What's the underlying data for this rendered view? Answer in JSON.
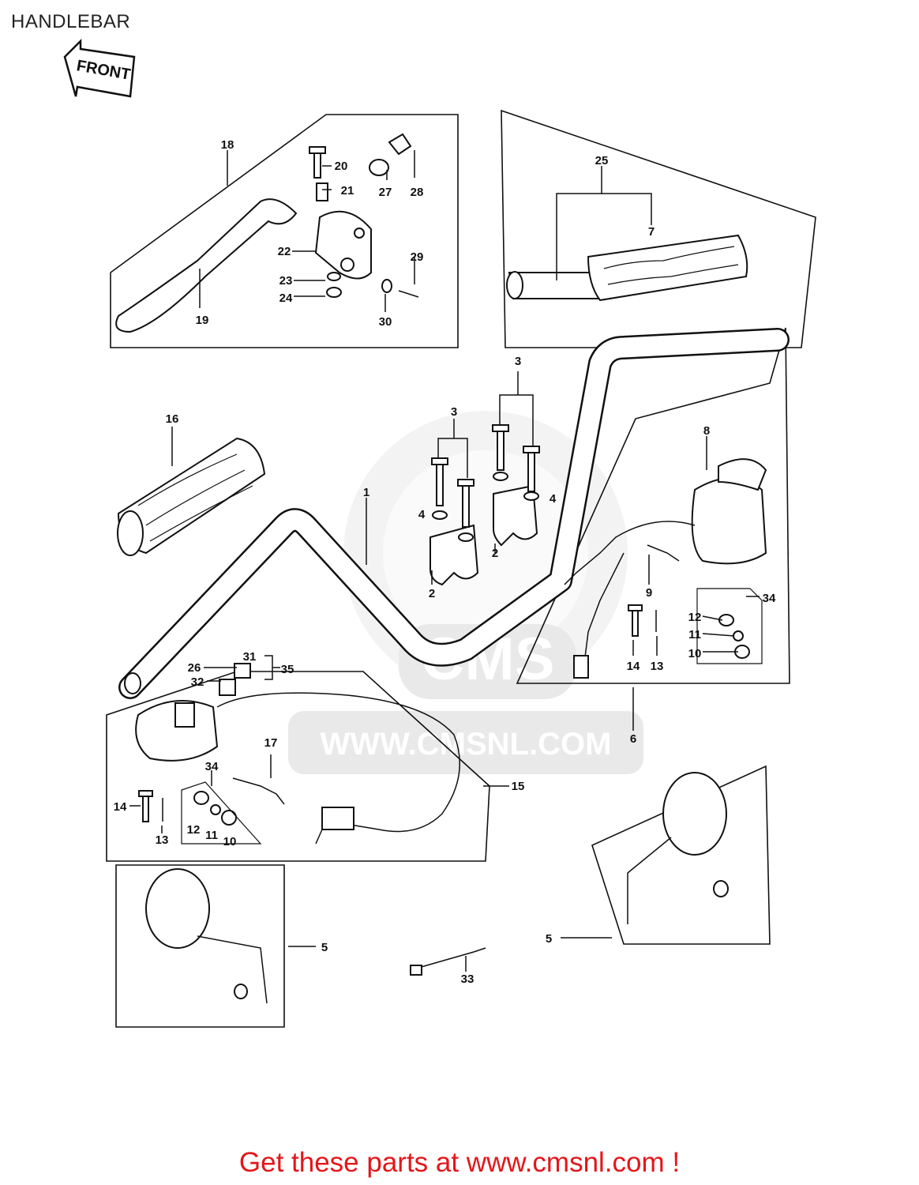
{
  "page_title": "HANDLEBAR",
  "front_arrow_label": "FRONT",
  "watermark": {
    "brand": "CMS",
    "url": "WWW.CMSNL.COM"
  },
  "footer": {
    "text": "Get these parts at www.cmsnl.com !"
  },
  "callouts": [
    {
      "id": "c18",
      "text": "18"
    },
    {
      "id": "c20",
      "text": "20"
    },
    {
      "id": "c21",
      "text": "21"
    },
    {
      "id": "c27",
      "text": "27"
    },
    {
      "id": "c28",
      "text": "28"
    },
    {
      "id": "c22",
      "text": "22"
    },
    {
      "id": "c29",
      "text": "29"
    },
    {
      "id": "c23",
      "text": "23"
    },
    {
      "id": "c24",
      "text": "24"
    },
    {
      "id": "c19",
      "text": "19"
    },
    {
      "id": "c30",
      "text": "30"
    },
    {
      "id": "c25",
      "text": "25"
    },
    {
      "id": "c7",
      "text": "7"
    },
    {
      "id": "c3a",
      "text": "3"
    },
    {
      "id": "c3b",
      "text": "3"
    },
    {
      "id": "c16",
      "text": "16"
    },
    {
      "id": "c8",
      "text": "8"
    },
    {
      "id": "c4a",
      "text": "4"
    },
    {
      "id": "c4b",
      "text": "4"
    },
    {
      "id": "c1",
      "text": "1"
    },
    {
      "id": "c2a",
      "text": "2"
    },
    {
      "id": "c2b",
      "text": "2"
    },
    {
      "id": "c9",
      "text": "9"
    },
    {
      "id": "c34a",
      "text": "34"
    },
    {
      "id": "c12a",
      "text": "12"
    },
    {
      "id": "c11a",
      "text": "11"
    },
    {
      "id": "c10a",
      "text": "10"
    },
    {
      "id": "c14a",
      "text": "14"
    },
    {
      "id": "c13a",
      "text": "13"
    },
    {
      "id": "c31",
      "text": "31"
    },
    {
      "id": "c26",
      "text": "26"
    },
    {
      "id": "c35",
      "text": "35"
    },
    {
      "id": "c32",
      "text": "32"
    },
    {
      "id": "c6",
      "text": "6"
    },
    {
      "id": "c17",
      "text": "17"
    },
    {
      "id": "c34b",
      "text": "34"
    },
    {
      "id": "c15",
      "text": "15"
    },
    {
      "id": "c14b",
      "text": "14"
    },
    {
      "id": "c12b",
      "text": "12"
    },
    {
      "id": "c11b",
      "text": "11"
    },
    {
      "id": "c10b",
      "text": "10"
    },
    {
      "id": "c13b",
      "text": "13"
    },
    {
      "id": "c5a",
      "text": "5"
    },
    {
      "id": "c5b",
      "text": "5"
    },
    {
      "id": "c33",
      "text": "33"
    }
  ]
}
